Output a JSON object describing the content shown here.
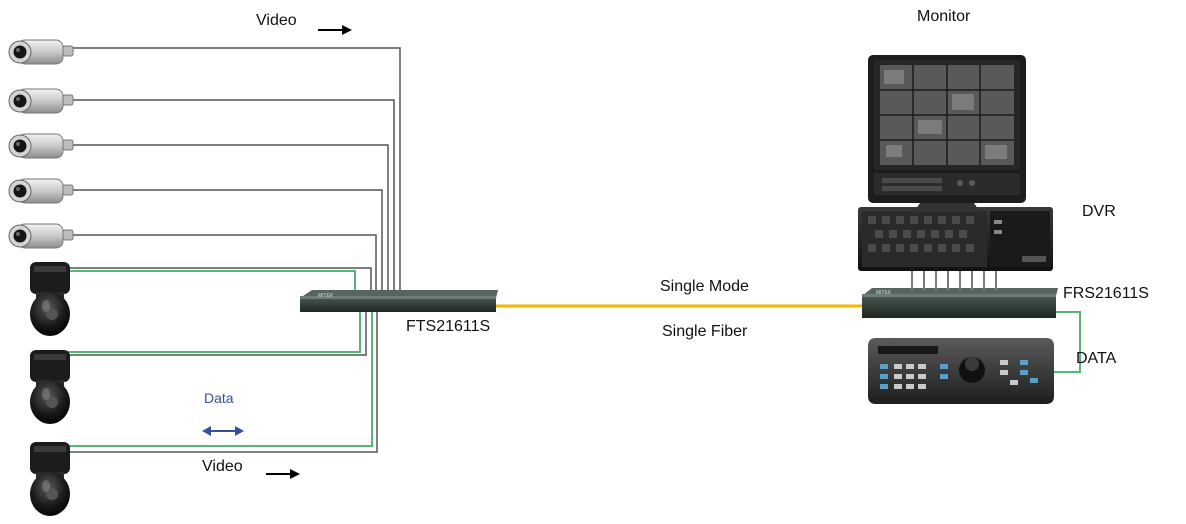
{
  "labels": {
    "video_top": "Video",
    "video_bottom": "Video",
    "data": "Data",
    "monitor": "Monitor",
    "dvr": "DVR",
    "transmitter": "FTS21611S",
    "receiver": "FRS21611S",
    "fiber_line1": "Single Mode",
    "fiber_line2": "Single Fiber",
    "data_right": "DATA"
  },
  "device_badges": {
    "transmitter": "MITEK",
    "receiver": "MITEK"
  },
  "colors": {
    "video_cable": "#555555",
    "data_cable": "#55b878",
    "fiber": "#f5b800",
    "data_arrow": "#3a4f9b",
    "device_body": "#2f3a36"
  }
}
